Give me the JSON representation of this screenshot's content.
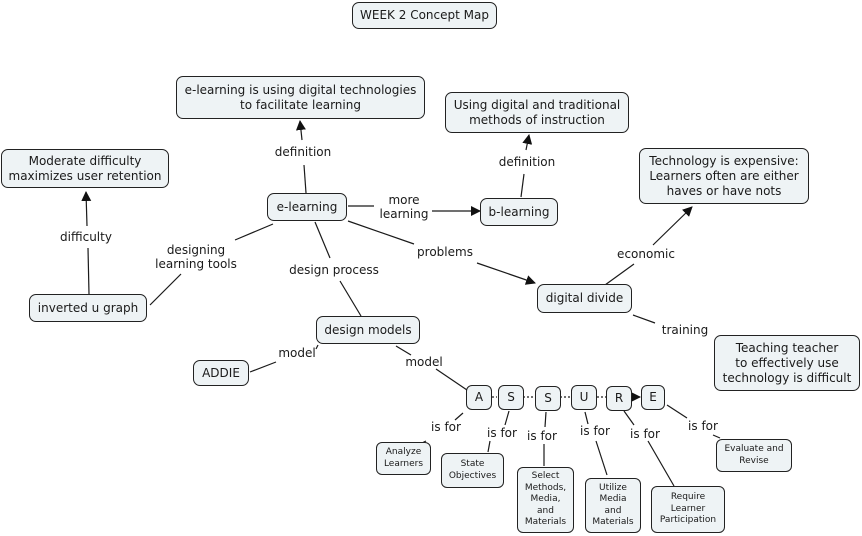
{
  "title": "WEEK 2 Concept Map",
  "colors": {
    "node_fill": "#eef3f5",
    "node_border": "#222222",
    "line": "#1a1a1a",
    "background": "#ffffff"
  },
  "nodes": {
    "title": "WEEK 2 Concept Map",
    "elearning_def": "e-learning is using digital technologies\nto facilitate learning",
    "blearning_def": "Using digital and traditional\nmethods of instruction",
    "moderate": "Moderate difficulty\nmaximizes user retention",
    "elearning": "e-learning",
    "blearning": "b-learning",
    "tech_expensive": "Technology is expensive:\nLearners often are either\nhaves or have nots",
    "inverted_u": "inverted u graph",
    "digital_divide": "digital divide",
    "design_models": "design models",
    "teaching_teacher": "Teaching teacher\nto effectively use\ntechnology is difficult",
    "addie": "ADDIE",
    "assure": [
      "A",
      "S",
      "S",
      "U",
      "R",
      "E"
    ],
    "analyze": "Analyze\nLearners",
    "state": "State\nObjectives",
    "select": "Select\nMethods,\nMedia,\nand\nMaterials",
    "utilize": "Utilize\nMedia\nand\nMaterials",
    "require": "Require\nLearner\nParticipation",
    "evaluate": "Evaluate and\nRevise"
  },
  "links": {
    "definition1": "definition",
    "definition2": "definition",
    "more_learning": "more\nlearning",
    "difficulty": "difficulty",
    "designing_tools": "designing\nlearning tools",
    "design_process": "design process",
    "problems": "problems",
    "economic": "economic",
    "training": "training",
    "model1": "model",
    "model2": "model",
    "is_for": [
      "is for",
      "is for",
      "is for",
      "is for",
      "is for",
      "is for"
    ]
  }
}
